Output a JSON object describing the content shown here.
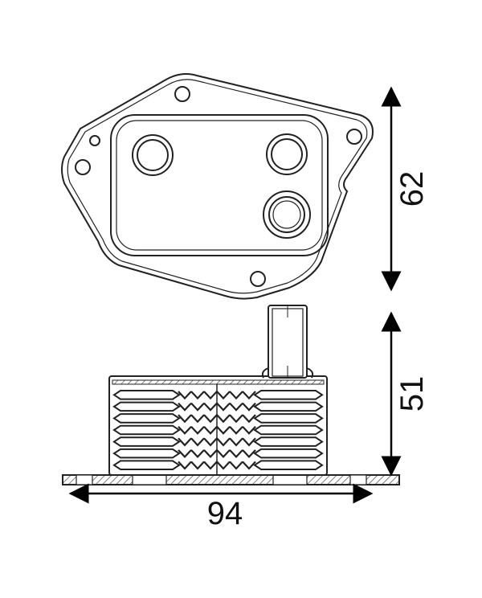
{
  "dimensions": {
    "height_top_view": "62",
    "height_side_view": "51",
    "width": "94"
  },
  "fin_rows": 7,
  "colors": {
    "line": "#222222",
    "hatch": "#555555"
  }
}
